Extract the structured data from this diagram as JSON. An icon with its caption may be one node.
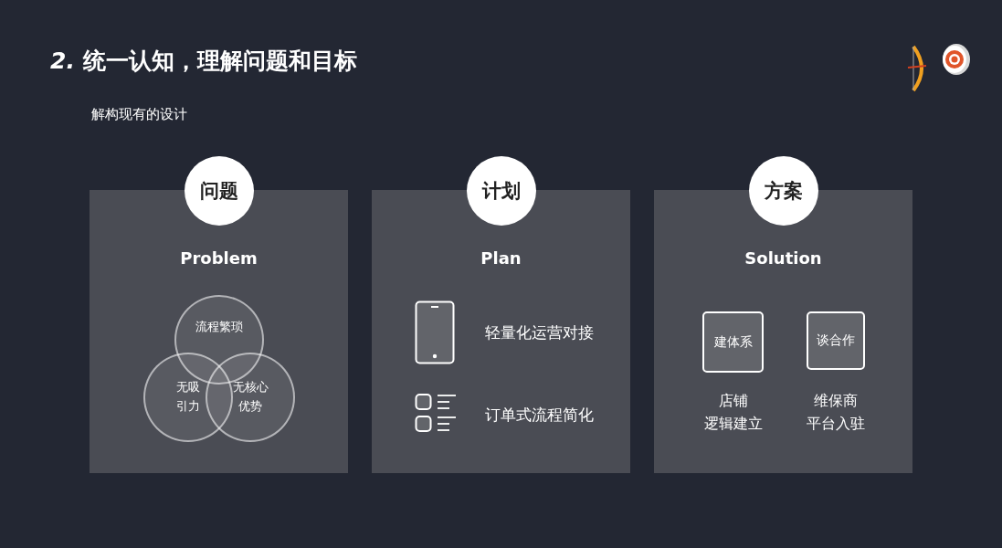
{
  "diagram": {
    "title": "*2.* 统一认知，理解问题和目标",
    "nodes": [
      {
        "text": [
          "问题",
          "Problem"
        ]
      },
      {
        "text": [
          "流程繁琐"
        ],
        "in": 0
      },
      {
        "text": [
          "无吸引力"
        ],
        "in": 0
      },
      {
        "text": [
          "无核心优势"
        ],
        "in": 0
      },
      {
        "text": [
          "计划",
          "Plan"
        ]
      },
      {
        "text": [
          "方案",
          "Solution"
        ]
      },
      {
        "text": [
          "建体系"
        ],
        "in": 5,
        "beside": [
          "店铺逻辑建立"
        ]
      },
      {
        "text": [
          "谈合作"
        ],
        "in": 5,
        "beside": [
          "维保商平台入驻"
        ]
      }
    ],
    "labels": [
      "解构现有的设计",
      "轻量化运营对接",
      "订单式流程简化"
    ]
  }
}
